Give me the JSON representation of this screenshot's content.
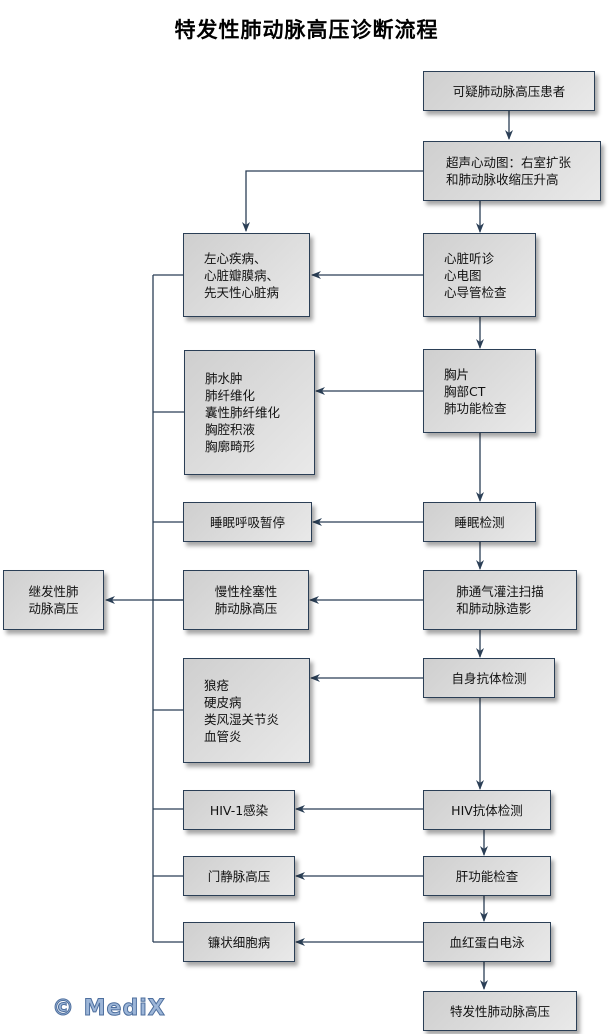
{
  "title": "特发性肺动脉高压诊断流程",
  "watermark": "© MediX",
  "colors": {
    "line": "#2b3f56",
    "box_border": "#2b3f56",
    "box_fill_start": "#cfcfcf",
    "box_fill_end": "#e9e9e9",
    "watermark": "#9db6d8"
  },
  "main_flow": [
    {
      "id": "suspected",
      "lines": [
        "可疑肺动脉高压患者"
      ]
    },
    {
      "id": "echo",
      "lines": [
        "超声心动图：右室扩张",
        "和肺动脉收缩压升高"
      ]
    },
    {
      "id": "cardiac",
      "lines": [
        "心脏听诊",
        "心电图",
        "心导管检查"
      ]
    },
    {
      "id": "chest",
      "lines": [
        "胸片",
        "胸部CT",
        "肺功能检查"
      ]
    },
    {
      "id": "sleep",
      "lines": [
        "睡眠检测"
      ]
    },
    {
      "id": "vq",
      "lines": [
        "肺通气灌注扫描",
        "和肺动脉造影"
      ]
    },
    {
      "id": "autoab",
      "lines": [
        "自身抗体检测"
      ]
    },
    {
      "id": "hiv",
      "lines": [
        "HIV抗体检测"
      ]
    },
    {
      "id": "liver",
      "lines": [
        "肝功能检查"
      ]
    },
    {
      "id": "hb",
      "lines": [
        "血红蛋白电泳"
      ]
    },
    {
      "id": "ipah",
      "lines": [
        "特发性肺动脉高压"
      ]
    }
  ],
  "causes": [
    {
      "id": "left-heart",
      "lines": [
        "左心疾病、",
        "心脏瓣膜病、",
        "先天性心脏病"
      ]
    },
    {
      "id": "lung",
      "lines": [
        "肺水肿",
        "肺纤维化",
        "囊性肺纤维化",
        "胸腔积液",
        "胸廓畸形"
      ]
    },
    {
      "id": "osa",
      "lines": [
        "睡眠呼吸暂停"
      ]
    },
    {
      "id": "cteph",
      "lines": [
        "慢性栓塞性",
        "肺动脉高压"
      ]
    },
    {
      "id": "ctd",
      "lines": [
        "狼疮",
        "硬皮病",
        "类风湿关节炎",
        "血管炎"
      ]
    },
    {
      "id": "hiv1",
      "lines": [
        "HIV-1感染"
      ]
    },
    {
      "id": "portal",
      "lines": [
        "门静脉高压"
      ]
    },
    {
      "id": "sickle",
      "lines": [
        "镰状细胞病"
      ]
    }
  ],
  "secondary": {
    "id": "secondary-ph",
    "lines": [
      "继发性肺",
      "动脉高压"
    ]
  }
}
